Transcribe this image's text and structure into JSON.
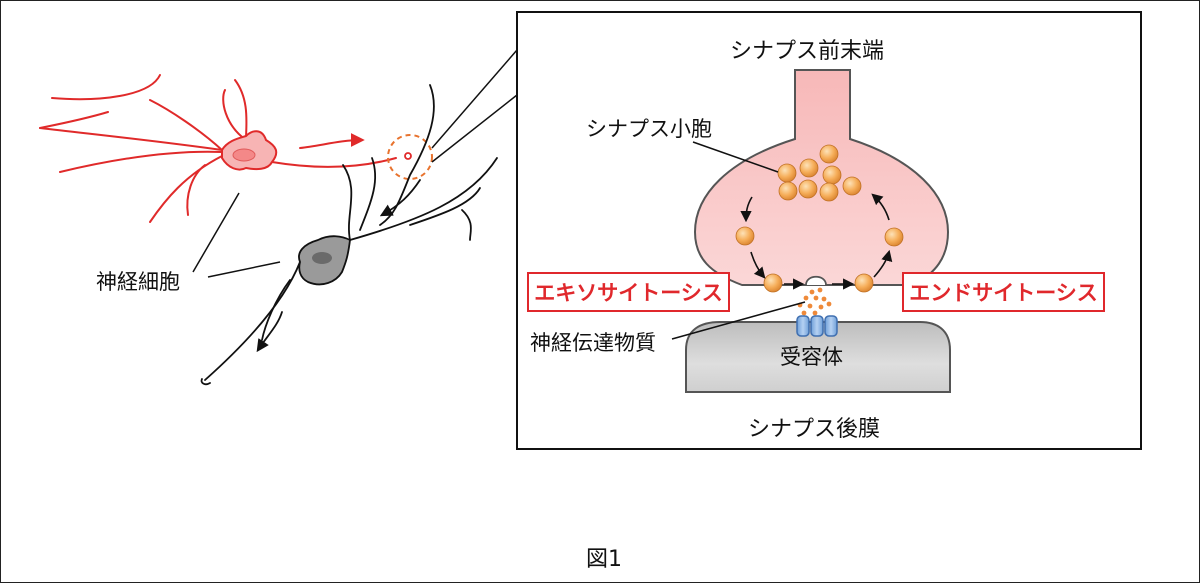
{
  "labels": {
    "presynaptic_terminal": "シナプス前末端",
    "synaptic_vesicle": "シナプス小胞",
    "neuron": "神経細胞",
    "exocytosis": "エキソサイトーシス",
    "endocytosis": "エンドサイトーシス",
    "neurotransmitter": "神経伝達物質",
    "receptor": "受容体",
    "postsynaptic_membrane": "シナプス後膜",
    "figure_caption": "図1"
  },
  "colors": {
    "neuron_active": "#e02a2a",
    "neuron_inactive": "#111111",
    "terminal_fill": "#f9c6c6",
    "vesicle_fill": "#f4a24a",
    "receptor_fill": "#8ab4e3",
    "postsynaptic_fill": "#cfcfcf",
    "highlight_border": "#e0282c"
  }
}
